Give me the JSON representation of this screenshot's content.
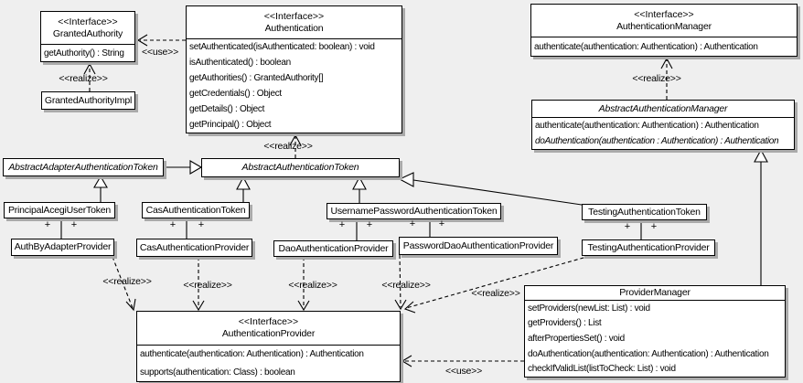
{
  "canvas": {
    "background": "#efefef",
    "box_fill": "#ffffff",
    "line_color": "#000000",
    "shadow_color": "#aaaaaa"
  },
  "classes": {
    "granted_authority": {
      "stereotype": "<<Interface>>",
      "name": "GrantedAuthority",
      "methods": [
        "getAuthority() : String"
      ]
    },
    "granted_authority_impl": {
      "name": "GrantedAuthorityImpl"
    },
    "authentication": {
      "stereotype": "<<Interface>>",
      "name": "Authentication",
      "methods": [
        "setAuthenticated(isAuthenticated: boolean) : void",
        "isAuthenticated() : boolean",
        "getAuthorities() : GrantedAuthority[]",
        "getCredentials() : Object",
        "getDetails() : Object",
        "getPrincipal() : Object"
      ]
    },
    "authentication_manager": {
      "stereotype": "<<Interface>>",
      "name": "AuthenticationManager",
      "methods": [
        "authenticate(authentication: Authentication) : Authentication"
      ]
    },
    "abstract_authentication_manager": {
      "name": "AbstractAuthenticationManager",
      "methods": [
        "authenticate(authentication: Authentication) : Authentication",
        "doAuthentication(authentication : Authentication) : Authentication"
      ]
    },
    "abstract_adapter_authentication_token": {
      "name": "AbstractAdapterAuthenticationToken"
    },
    "abstract_authentication_token": {
      "name": "AbstractAuthenticationToken"
    },
    "principal_acegi_user_token": {
      "name": "PrincipalAcegiUserToken"
    },
    "cas_authentication_token": {
      "name": "CasAuthenticationToken"
    },
    "username_password_authentication_token": {
      "name": "UsernamePasswordAuthenticationToken"
    },
    "testing_authentication_token": {
      "name": "TestingAuthenticationToken"
    },
    "auth_by_adapter_provider": {
      "name": "AuthByAdapterProvider"
    },
    "cas_authentication_provider": {
      "name": "CasAuthenticationProvider"
    },
    "dao_authentication_provider": {
      "name": "DaoAuthenticationProvider"
    },
    "password_dao_authentication_provider": {
      "name": "PasswordDaoAuthenticationProvider"
    },
    "testing_authentication_provider": {
      "name": "TestingAuthenticationProvider"
    },
    "authentication_provider": {
      "stereotype": "<<Interface>>",
      "name": "AuthenticationProvider",
      "methods": [
        "authenticate(authentication: Authentication) : Authentication",
        "supports(authentication: Class) : boolean"
      ]
    },
    "provider_manager": {
      "name": "ProviderManager",
      "methods": [
        "setProviders(newList: List) : void",
        "getProviders() : List",
        "afterPropertiesSet() : void",
        "doAuthentication(authentication: Authentication) : Authentication",
        "checkIfValidList(listToCheck: List) : void"
      ]
    }
  },
  "edge_labels": {
    "use": "<<use>>",
    "realize": "<<realize>>",
    "plus": "+"
  }
}
